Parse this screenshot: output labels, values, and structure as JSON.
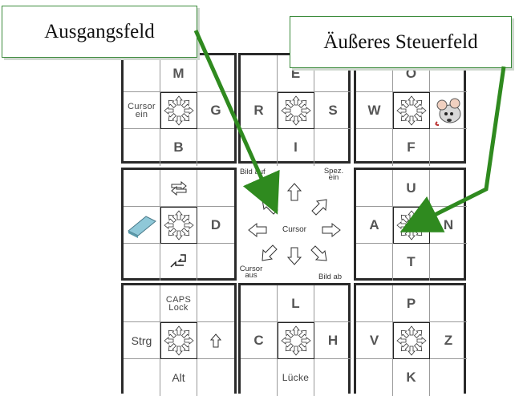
{
  "callouts": {
    "left": "Ausgangsfeld",
    "right": "Äußeres Steuerfeld"
  },
  "blocks": {
    "top_left": {
      "top": "M",
      "left": "Cursor ein",
      "right": "G",
      "bottom": "B"
    },
    "top_mid": {
      "top": "E",
      "left": "R",
      "right": "S",
      "bottom": "I"
    },
    "top_right": {
      "top": "O",
      "left": "W",
      "right": "mouse-icon",
      "bottom": "F"
    },
    "mid_left": {
      "top": "tab-arrows-icon",
      "left": "eraser-icon",
      "right": "D",
      "bottom": "return-arrow-icon"
    },
    "mid_right": {
      "top": "U",
      "left": "A",
      "right": "N",
      "bottom": "T"
    },
    "bot_left": {
      "top": "CAPS Lock",
      "left": "Strg",
      "right": "shift-arrow-icon",
      "bottom": "Alt"
    },
    "bot_mid": {
      "top": "L",
      "left": "C",
      "right": "H",
      "bottom": "Lücke"
    },
    "bot_right": {
      "top": "P",
      "left": "V",
      "right": "Z",
      "bottom": "K"
    }
  },
  "center": {
    "label": "Cursor",
    "top_left": "Bild auf",
    "top_right": "Spez. ein",
    "bottom_left": "Cursor aus",
    "bottom_right": "Bild ab"
  },
  "colors": {
    "pointer": "#2f8a1f",
    "callout_border": "#3a8a3a",
    "block_border": "#2a2a2a"
  }
}
